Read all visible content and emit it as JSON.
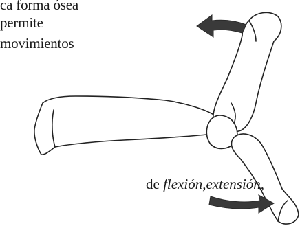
{
  "text": {
    "line1": "ca forma ósea",
    "line2": "permite",
    "line3": "movimientos",
    "caption_prefix": "de ",
    "caption_italic": "flexión,extensión,"
  },
  "figure": {
    "subject": "hand-bone-drawing",
    "arrow_color": "#3a3a3a",
    "bone_fill": "#ffffff",
    "stroke_color": "#222222"
  }
}
